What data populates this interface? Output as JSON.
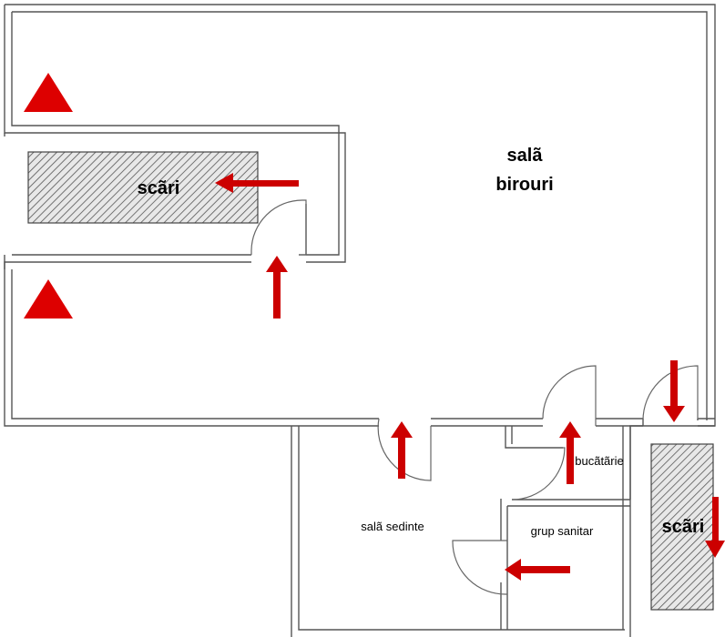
{
  "rooms": {
    "office_line1": "salã",
    "office_line2": "birouri",
    "meeting": "salã sedinte",
    "kitchen": "bucãtãrie",
    "toilet": "grup sanitar"
  },
  "stairs": {
    "left_label": "scãri",
    "right_label": "scãri"
  },
  "colors": {
    "arrow": "#cc0000",
    "warning": "#dd0000",
    "wall": "#555555",
    "hatch": "#555555"
  },
  "icons": [
    "warning-triangle-icon",
    "arrow-icon"
  ]
}
